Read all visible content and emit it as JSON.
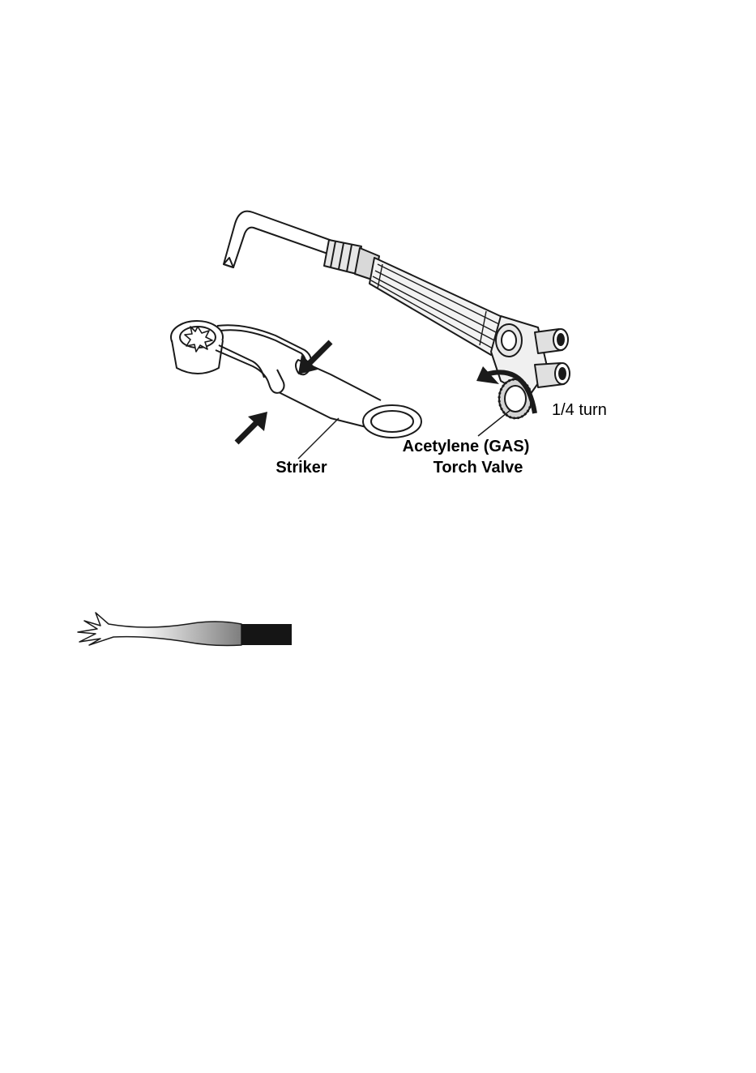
{
  "labels": {
    "quarter_turn": "1/4 turn",
    "acetylene_line1": "Acetylene (GAS)",
    "acetylene_line2": "Torch Valve",
    "striker": "Striker"
  },
  "colors": {
    "ink": "#1a1a1a",
    "flame_tip": "#ffffff",
    "flame_body": "#8a8a8a",
    "nozzle": "#151515"
  },
  "icons": [
    "arrow-icon",
    "spark-icon",
    "rotation-arrow-icon"
  ]
}
